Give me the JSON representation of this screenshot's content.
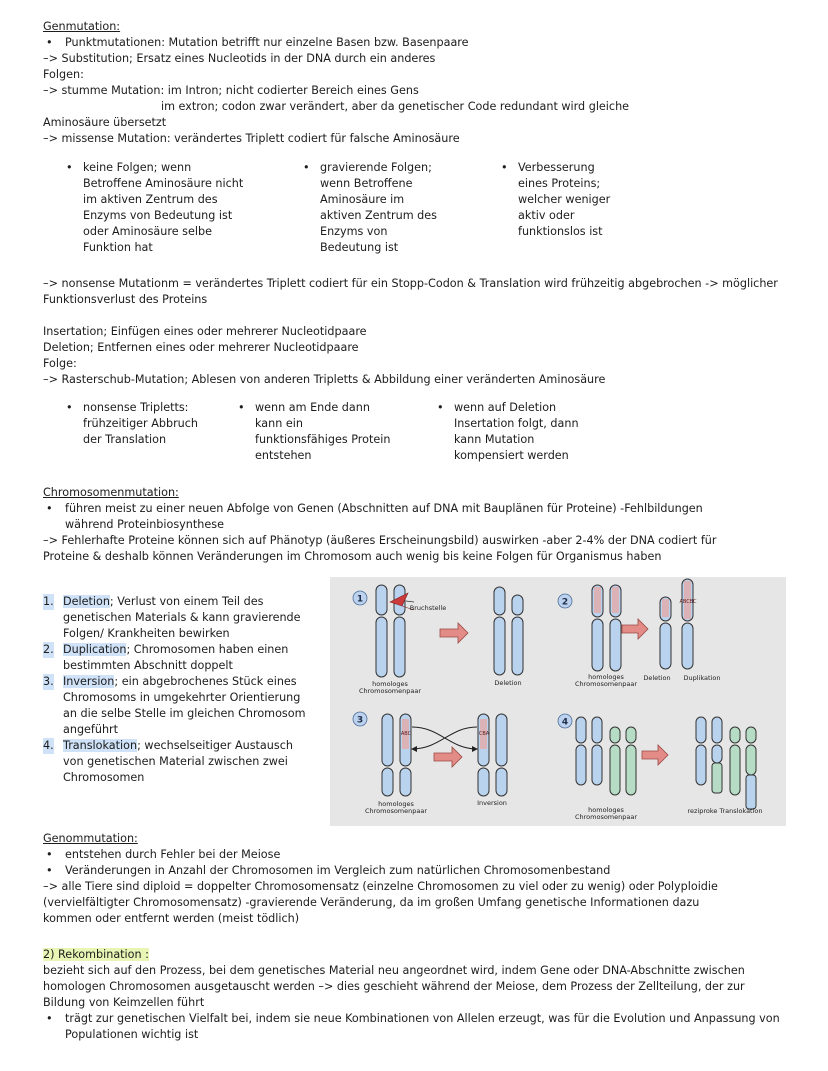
{
  "s1": {
    "title": "Genmutation:",
    "l1": "Punktmutationen: Mutation betrifft nur einzelne Basen bzw. Basenpaare",
    "l2": "–> Substitution; Ersatz eines Nucleotids in der DNA durch ein anderes",
    "l3": "Folgen:",
    "l4": "–> stumme Mutation: im Intron; nicht codierter Bereich eines Gens",
    "l5": "im extron; codon zwar verändert, aber da genetischer Code redundant wird gleiche",
    "l6": "Aminosäure übersetzt",
    "l7": "–> missense Mutation: verändertes Triplett codiert für falsche Aminosäure",
    "c1": [
      "keine Folgen; wenn",
      "Betroffene Aminosäure nicht",
      "im aktiven Zentrum des",
      "Enzyms von Bedeutung ist",
      "oder Aminosäure selbe",
      "Funktion hat"
    ],
    "c2": [
      "gravierende Folgen;",
      "wenn Betroffene",
      "Aminosäure im",
      "aktiven Zentrum des",
      "Enzyms von",
      "Bedeutung ist"
    ],
    "c3": [
      "Verbesserung",
      "eines Proteins;",
      "welcher weniger",
      "aktiv oder",
      "funktionslos ist"
    ],
    "l8": "–> nonsense Mutationm = verändertes Triplett codiert für ein Stopp-Codon & Translation wird frühzeitig abgebrochen -> möglicher",
    "l9": "Funktionsverlust des Proteins",
    "l10": "Insertation; Einfügen eines oder mehrerer Nucleotidpaare",
    "l11": "Deletion; Entfernen eines oder mehrerer Nucleotidpaare",
    "l12": "Folge:",
    "l13": "–> Rasterschub-Mutation; Ablesen von anderen Tripletts & Abbildung einer veränderten Aminosäure",
    "d1": [
      "nonsense Tripletts:",
      "frühzeitiger Abbruch",
      "der Translation"
    ],
    "d2": [
      "wenn am Ende dann",
      "kann ein",
      "funktionsfähiges Protein",
      "entstehen"
    ],
    "d3": [
      "wenn auf Deletion",
      "Insertation folgt, dann",
      "kann Mutation",
      "kompensiert werden"
    ]
  },
  "s2": {
    "title": "Chromosomenmutation:",
    "b1a": "führen meist zu einer neuen Abfolge von Genen (Abschnitten auf DNA mit Bauplänen für Proteine) -Fehlbildungen",
    "b1b": "während Proteinbiosynthese",
    "l1": "–> Fehlerhafte Proteine können sich auf Phänotyp (äußeres Erscheinungsbild) auswirken -aber 2-4% der DNA codiert für",
    "l2": "Proteine & deshalb können Veränderungen im Chromosom auch wenig bis keine Folgen für Organismus haben",
    "items": [
      {
        "num": "1.",
        "term": "Deletion",
        "lines": [
          "; Verlust von einem Teil des",
          "genetischen Materials & kann gravierende",
          "Folgen/ Krankheiten bewirken"
        ]
      },
      {
        "num": "2.",
        "term": "Duplication",
        "lines": [
          "; Chromosomen haben einen",
          "bestimmten Abschnitt doppelt"
        ]
      },
      {
        "num": "3.",
        "term": "Inversion",
        "lines": [
          "; ein abgebrochenes Stück eines",
          "Chromosoms in umgekehrter Orientierung",
          "an die selbe Stelle im gleichen Chromosom",
          "angeführt"
        ]
      },
      {
        "num": "4.",
        "term": "Translokation",
        "lines": [
          "; wechselseitiger Austausch",
          "von genetischen Material zwischen zwei",
          "Chromosomen"
        ]
      }
    ]
  },
  "figure": {
    "n1": "1",
    "n2": "2",
    "n3": "3",
    "n4": "4",
    "bruch": "Bruchstelle",
    "homologes": "homologes",
    "chromopaar": "Chromosomenpaar",
    "deletion": "Deletion",
    "duplikation": "Duplikation",
    "inversion": "Inversion",
    "translokation": "reziproke Translokation",
    "seg_abc": "ABC",
    "seg_cba": "CBA",
    "seg_abcbc": "ABCBC"
  },
  "s3": {
    "title": "Genommutation:",
    "b1": "entstehen durch Fehler bei der Meiose",
    "b2": "Veränderungen in Anzahl der Chromosomen im Vergleich zum natürlichen Chromosomenbestand",
    "l1": "–> alle Tiere sind diploid = doppelter Chromosomensatz (einzelne Chromosomen zu viel oder zu wenig) oder Polyploidie",
    "l2": "(vervielfältigter Chromosomensatz) -gravierende Veränderung, da im großen Umfang genetische Informationen dazu",
    "l3": "kommen oder entfernt werden (meist tödlich)"
  },
  "s4": {
    "title": "2) Rekombination :",
    "l1": "bezieht sich auf den Prozess, bei dem genetisches Material neu angeordnet wird, indem Gene oder DNA-Abschnitte zwischen",
    "l2": "homologen Chromosomen ausgetauscht werden –> dies geschieht während der Meiose, dem Prozess der Zellteilung, der zur",
    "l3": "Bildung von Keimzellen führt",
    "b1a": "trägt zur genetischen Vielfalt bei, indem sie neue Kombinationen von Allelen erzeugt, was für die Evolution und Anpassung von",
    "b1b": "Populationen wichtig ist"
  },
  "colors": {
    "highlight_blue": "#cfe2f8",
    "highlight_green": "#e8f5b5",
    "chromosome_blue": "#b9d3ee",
    "chromosome_green": "#b7dcc6",
    "arrow_red": "#e38b86",
    "break_red": "#cc3b3b"
  }
}
